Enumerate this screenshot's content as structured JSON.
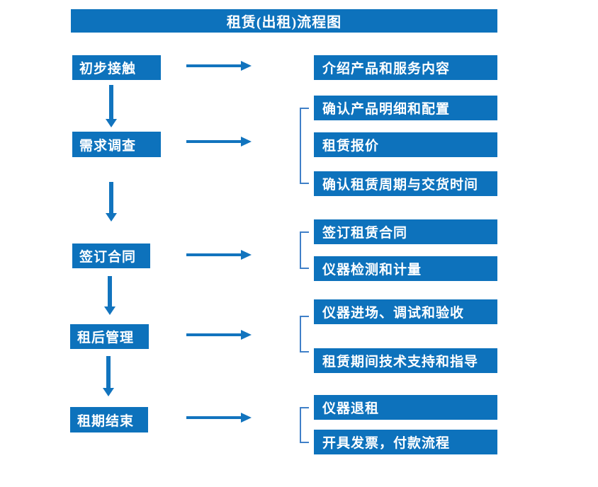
{
  "title": "租赁(出租)流程图",
  "colors": {
    "box_blue": "#0D72BC",
    "arrow_blue": "#1274BE",
    "bracket_blue": "#4080C8",
    "text_white": "#FFFFFF"
  },
  "steps": [
    {
      "label": "初步接触",
      "outputs": [
        "介绍产品和服务内容"
      ]
    },
    {
      "label": "需求调查",
      "outputs": [
        "确认产品明细和配置",
        "租赁报价",
        "确认租赁周期与交货时间"
      ]
    },
    {
      "label": "签订合同",
      "outputs": [
        "签订租赁合同",
        "仪器检测和计量"
      ]
    },
    {
      "label": "租后管理",
      "outputs": [
        "仪器进场、调试和验收",
        "租赁期间技术支持和指导"
      ]
    },
    {
      "label": "租期结束",
      "outputs": [
        "仪器退租",
        "开具发票，付款流程"
      ]
    }
  ]
}
